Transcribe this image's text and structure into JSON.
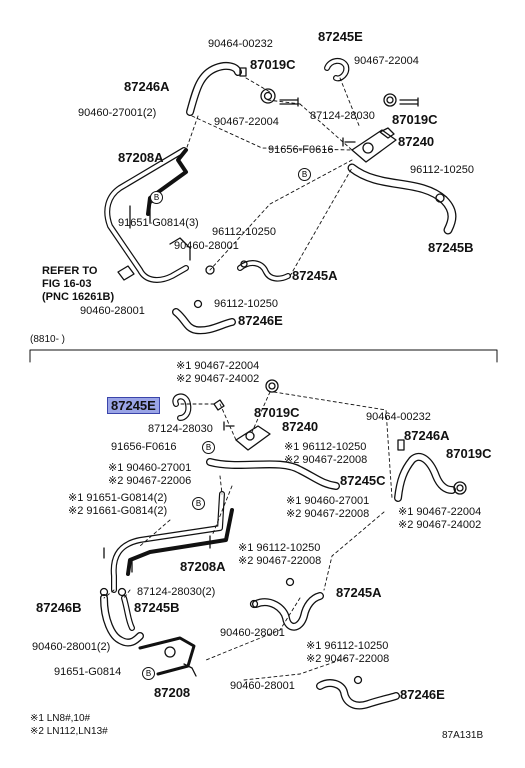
{
  "part_labels": {
    "top": {
      "p90464_00232": "90464-00232",
      "p87245E": "87245E",
      "p87019C_a": "87019C",
      "p90467_22004_a": "90467-22004",
      "p87246A": "87246A",
      "p90460_27001": "90460-27001(2)",
      "p90467_22004_b": "90467-22004",
      "p87124_28030": "87124-28030",
      "p87019C_b": "87019C",
      "p87240": "87240",
      "p91656_F0616": "91656-F0616",
      "p87208A": "87208A",
      "p96112_10250_a": "96112-10250",
      "p91651_G0814": "91651-G0814(3)",
      "p96112_10250_b": "96112-10250",
      "p90460_28001_a": "90460-28001",
      "p87245B": "87245B",
      "p87245A": "87245A",
      "refer_1": "REFER TO",
      "refer_2": "FIG 16-03",
      "refer_3": "(PNC 16261B)",
      "p96112_10250_c": "96112-10250",
      "p90460_28001_b": "90460-28001",
      "p87246E": "87246E"
    },
    "section_header": "(8810-      )",
    "bottom": {
      "n1_90467_22004": "※1 90467-22004",
      "n2_90467_24002": "※2 90467-24002",
      "p87245E_hl": "87245E",
      "p87019C_a": "87019C",
      "p87124_28030": "87124-28030",
      "p87240": "87240",
      "p91656_F0616": "91656-F0616",
      "p90464_00232": "90464-00232",
      "p87246A": "87246A",
      "p87019C_b": "87019C",
      "n1_96112_10250": "※1 96112-10250",
      "n2_90467_22008": "※2 90467-22008",
      "n1_90460_27001": "※1 90460-27001",
      "n2_90467_22006": "※2 90467-22006",
      "p87245C": "87245C",
      "n1_91651_G0814": "※1 91651-G0814(2)",
      "n2_91661_G0814": "※2 91661-G0814(2)",
      "n1_90460_27001_b": "※1 90460-27001",
      "n2_90467_22008_b": "※2 90467-22008",
      "n1_90467_22004_r": "※1 90467-22004",
      "n2_90467_24002_r": "※2 90467-24002",
      "p87208A": "87208A",
      "n1_96112_10250_b": "※1 96112-10250",
      "n2_90467_22008_c": "※2 90467-22008",
      "p87246B": "87246B",
      "p87245B": "87245B",
      "p87124_28030_2": "87124-28030(2)",
      "p87245A": "87245A",
      "p90460_28001_2": "90460-28001(2)",
      "p90460_28001": "90460-28001",
      "n1_96112_10250_c": "※1 96112-10250",
      "n2_90467_22008_d": "※2 90467-22008",
      "p91651_G0814": "91651-G0814",
      "p87208": "87208",
      "p90460_28001_c": "90460-28001",
      "p87246E": "87246E"
    }
  },
  "footnotes": {
    "note1": "※1 LN8#,10#",
    "note2": "※2 LN112,LN13#",
    "figure_code": "87A131B"
  },
  "badge_letter": "B"
}
